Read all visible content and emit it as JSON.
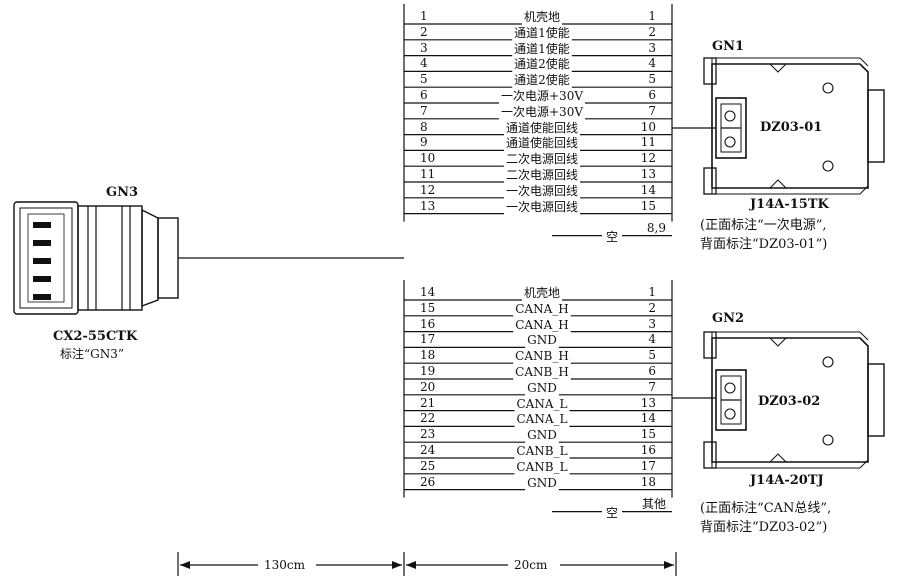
{
  "colors": {
    "ink": "#111111",
    "paper": "#ffffff"
  },
  "gn3": {
    "title": "GN3",
    "model": "CX2-55CTK",
    "marking": "标注“GN3”"
  },
  "gn1": {
    "title": "GN1",
    "label": "DZ03-01",
    "model": "J14A-15TK",
    "note_line1": "(正面标注“一次电源”,",
    "note_line2": "背面标注“DZ03-01”)"
  },
  "gn2": {
    "title": "GN2",
    "label": "DZ03-02",
    "model": "J14A-20TJ",
    "note_line1": "(正面标注“CAN总线”,",
    "note_line2": "背面标注“DZ03-02”)"
  },
  "wires1": [
    {
      "left": "1",
      "name": "机壳地",
      "right": "1"
    },
    {
      "left": "2",
      "name": "通道1使能",
      "right": "2"
    },
    {
      "left": "3",
      "name": "通道1使能",
      "right": "3"
    },
    {
      "left": "4",
      "name": "通道2使能",
      "right": "4"
    },
    {
      "left": "5",
      "name": "通道2使能",
      "right": "5"
    },
    {
      "left": "6",
      "name": "一次电源+30V",
      "right": "6"
    },
    {
      "left": "7",
      "name": "一次电源+30V",
      "right": "7"
    },
    {
      "left": "8",
      "name": "通道使能回线",
      "right": "10"
    },
    {
      "left": "9",
      "name": "通道使能回线",
      "right": "11"
    },
    {
      "left": "10",
      "name": "二次电源回线",
      "right": "12"
    },
    {
      "left": "11",
      "name": "二次电源回线",
      "right": "13"
    },
    {
      "left": "12",
      "name": "一次电源回线",
      "right": "14"
    },
    {
      "left": "13",
      "name": "一次电源回线",
      "right": "15"
    }
  ],
  "spare1": {
    "name": "空",
    "pins": "8,9"
  },
  "wires2": [
    {
      "left": "14",
      "name": "机壳地",
      "right": "1"
    },
    {
      "left": "15",
      "name": "CANA_H",
      "right": "2"
    },
    {
      "left": "16",
      "name": "CANA_H",
      "right": "3"
    },
    {
      "left": "17",
      "name": "GND",
      "right": "4"
    },
    {
      "left": "18",
      "name": "CANB_H",
      "right": "5"
    },
    {
      "left": "19",
      "name": "CANB_H",
      "right": "6"
    },
    {
      "left": "20",
      "name": "GND",
      "right": "7"
    },
    {
      "left": "21",
      "name": "CANA_L",
      "right": "13"
    },
    {
      "left": "22",
      "name": "CANA_L",
      "right": "14"
    },
    {
      "left": "23",
      "name": "GND",
      "right": "15"
    },
    {
      "left": "24",
      "name": "CANB_L",
      "right": "16"
    },
    {
      "left": "25",
      "name": "CANB_L",
      "right": "17"
    },
    {
      "left": "26",
      "name": "GND",
      "right": "18"
    }
  ],
  "spare2": {
    "name": "空",
    "pins": "其他"
  },
  "dimensions": {
    "left": "130cm",
    "right": "20cm"
  }
}
